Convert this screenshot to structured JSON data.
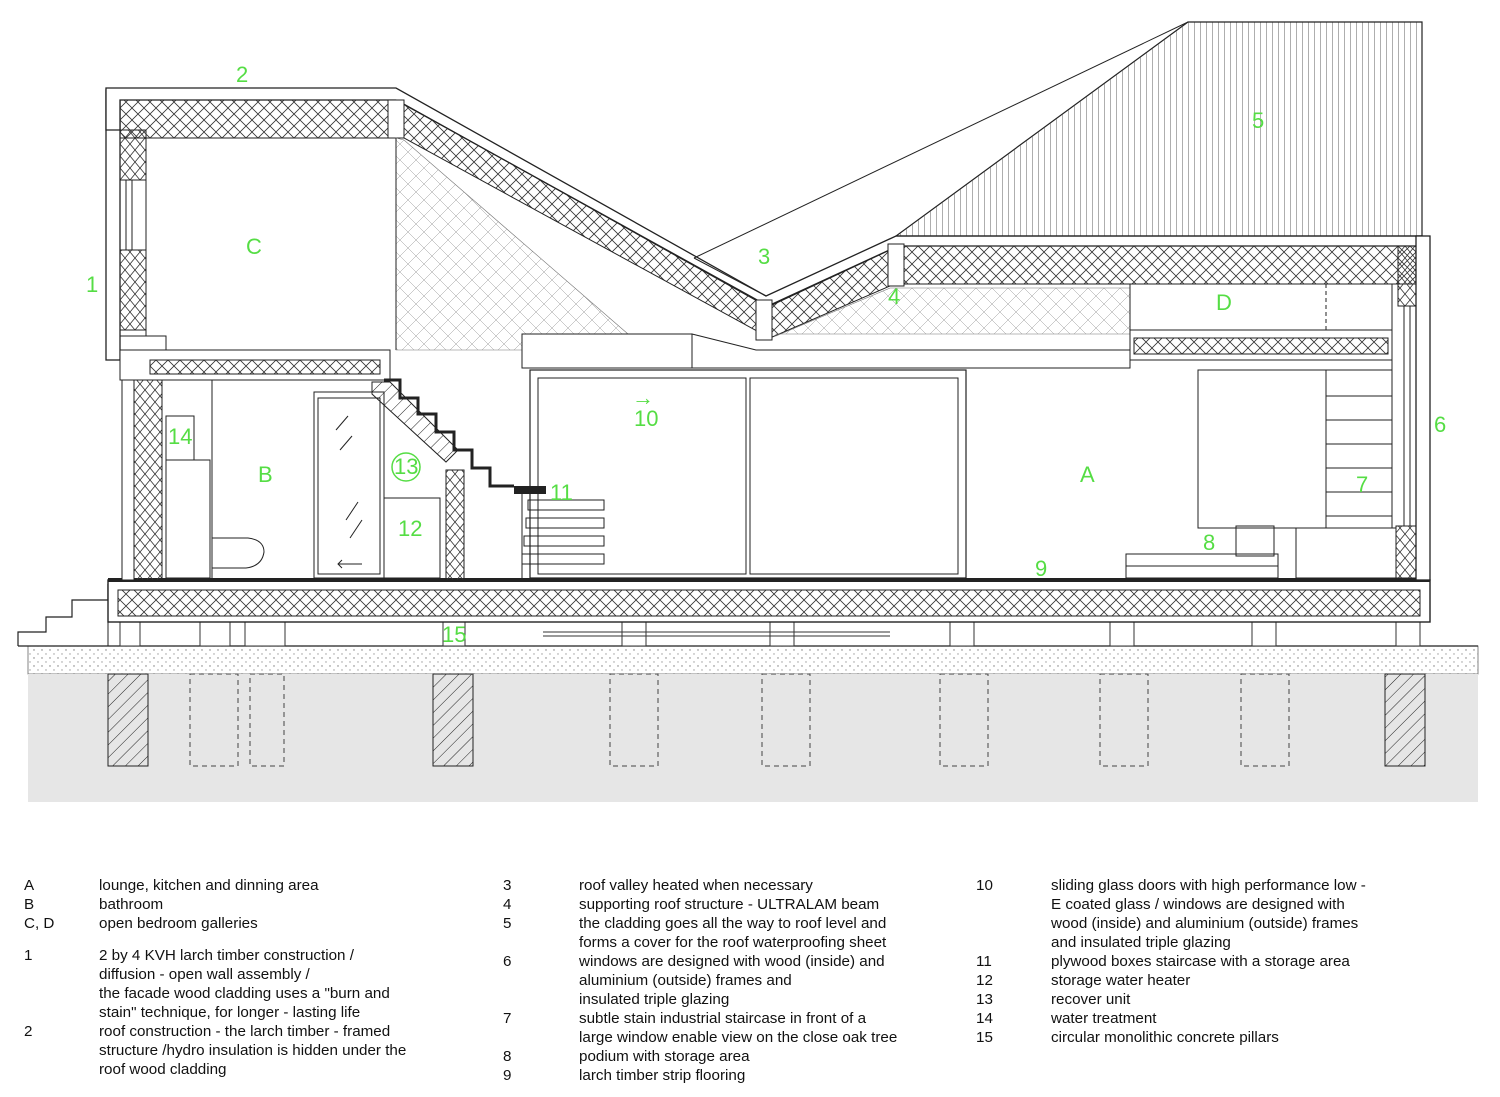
{
  "callouts": {
    "c1": "1",
    "c2": "2",
    "c3": "3",
    "c4": "4",
    "c5": "5",
    "c6": "6",
    "c7": "7",
    "c8": "8",
    "c9": "9",
    "c10": "10",
    "c11": "11",
    "c12": "12",
    "c13": "13",
    "c14": "14",
    "c15": "15",
    "cA": "A",
    "cB": "B",
    "cC": "C",
    "cD": "D"
  },
  "arrow_glyph": "→",
  "colors": {
    "callout": "#55dd44",
    "ground": "#e6e6e6",
    "line": "#222222"
  },
  "legend": {
    "col1": [
      {
        "key": "A",
        "lines": [
          "lounge, kitchen and dinning area"
        ]
      },
      {
        "key": "B",
        "lines": [
          "bathroom"
        ]
      },
      {
        "key": "C, D",
        "lines": [
          "open bedroom galleries"
        ]
      },
      {
        "key": "1",
        "lines": [
          "2 by 4  KVH larch timber construction /",
          "diffusion - open wall assembly /",
          "the facade wood cladding uses a \"burn and",
          "stain\" technique, for longer - lasting life"
        ]
      },
      {
        "key": "2",
        "lines": [
          "roof construction - the larch timber - framed",
          "structure /hydro insulation is hidden under the",
          "roof wood cladding"
        ]
      }
    ],
    "col2": [
      {
        "key": "3",
        "lines": [
          "roof valley heated when necessary"
        ]
      },
      {
        "key": "4",
        "lines": [
          "supporting roof structure - ULTRALAM beam"
        ]
      },
      {
        "key": "5",
        "lines": [
          "the cladding goes all the way to roof level and",
          "forms a cover for the roof waterproofing sheet"
        ]
      },
      {
        "key": "6",
        "lines": [
          "windows are designed with wood (inside)  and",
          "aluminium (outside) frames and",
          "insulated triple glazing"
        ]
      },
      {
        "key": "7",
        "lines": [
          "subtle stain industrial staircase in front of a",
          "large window enable view on the close oak tree"
        ]
      },
      {
        "key": "8",
        "lines": [
          "podium with storage area"
        ]
      },
      {
        "key": "9",
        "lines": [
          "larch timber strip flooring"
        ]
      }
    ],
    "col3": [
      {
        "key": "10",
        "lines": [
          "sliding glass doors with high performance low -",
          "E coated glass / windows are designed with",
          "wood (inside) and aluminium (outside) frames",
          "and insulated triple glazing"
        ]
      },
      {
        "key": "11",
        "lines": [
          "plywood boxes staircase with a storage area"
        ]
      },
      {
        "key": "12",
        "lines": [
          "storage water heater"
        ]
      },
      {
        "key": "13",
        "lines": [
          "recover unit"
        ]
      },
      {
        "key": "14",
        "lines": [
          "water treatment"
        ]
      },
      {
        "key": "15",
        "lines": [
          "circular monolithic concrete pillars"
        ]
      }
    ]
  }
}
